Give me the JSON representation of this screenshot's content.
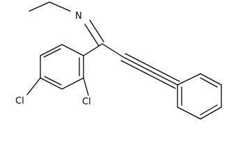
{
  "molecule": {
    "atoms": {
      "imine_nitrogen": "N",
      "chlorine_4": "Cl",
      "chlorine_2": "Cl"
    },
    "bond_color": "#000000",
    "background": "#ffffff"
  }
}
